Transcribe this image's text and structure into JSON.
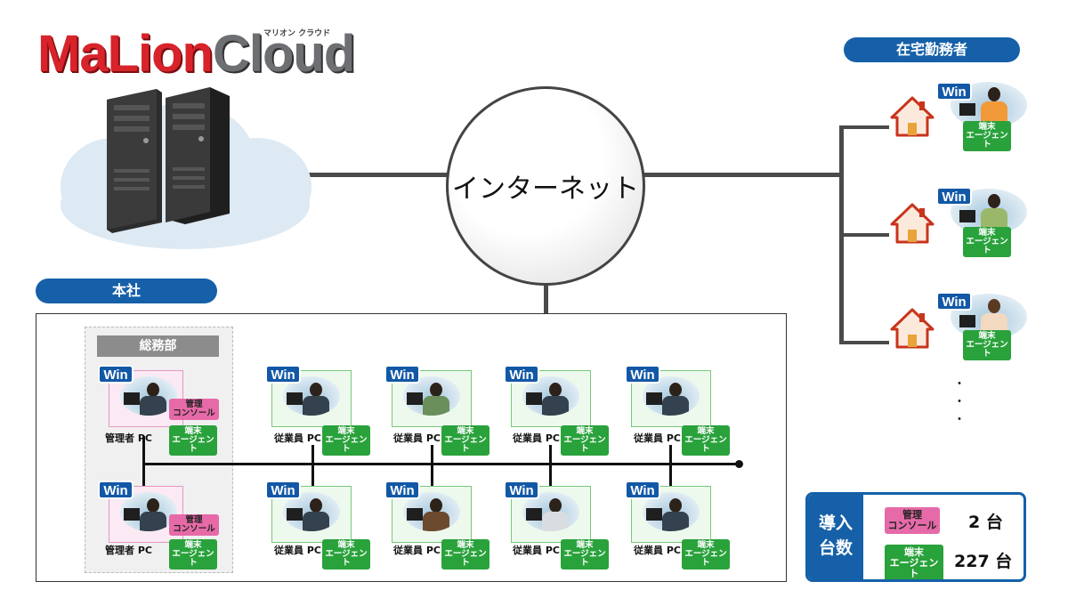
{
  "logo": {
    "part1": "MaLion",
    "part2": "Cloud",
    "kana": "マリオン クラウド"
  },
  "internet_label": "インターネット",
  "remote_title": "在宅勤務者",
  "hq_title": "本社",
  "dept_title": "総務部",
  "win_label": "Win",
  "admin_console_label": "管理\nコンソール",
  "agent_label": "端末\nエージェント",
  "admin_pc_label": "管理者 PC",
  "employee_pc_label": "従業員 PC",
  "ellipsis": [
    "・",
    "・",
    "・"
  ],
  "summary": {
    "title": "導入\n台数",
    "console_label": "管理\nコンソール",
    "console_count": "2 台",
    "agent_label": "端末\nエージェント",
    "agent_count": "227 台"
  },
  "colors": {
    "brand_blue": "#1560a8",
    "agent_green": "#2aa23c",
    "console_pink": "#e66aa8",
    "logo_red": "#d8232a"
  }
}
